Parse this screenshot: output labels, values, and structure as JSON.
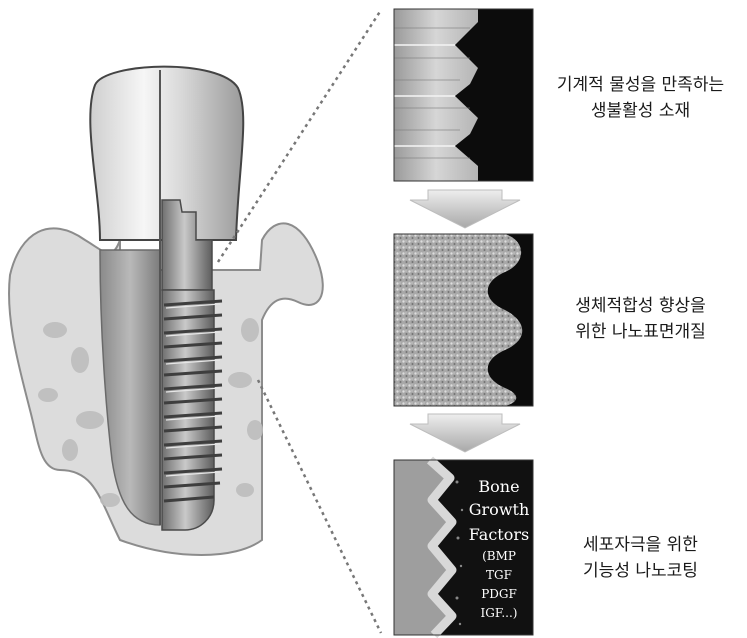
{
  "stages": [
    {
      "caption_line1": "기계적 물성을 만족하는",
      "caption_line2": "생불활성 소재"
    },
    {
      "caption_line1": "생체적합성 향상을",
      "caption_line2": "위한 나노표면개질"
    },
    {
      "caption_line1": "세포자극을 위한",
      "caption_line2": "기능성 나노코팅",
      "panel_label": {
        "line1": "Bone",
        "line2": "Growth",
        "line3": "Factors",
        "line4": "(BMP",
        "line5": "TGF",
        "line6": "PDGF",
        "line7": "IGF...)"
      }
    }
  ]
}
